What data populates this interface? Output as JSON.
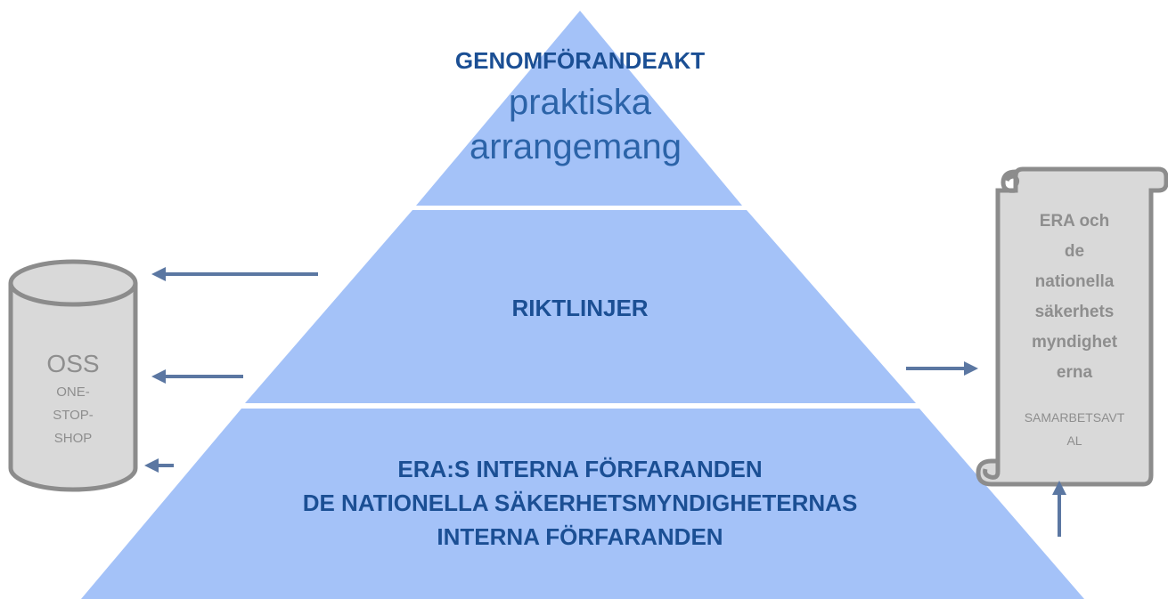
{
  "pyramid": {
    "top": {
      "title": "GENOMFÖRANDEAKT",
      "subtitle_line1": "praktiska",
      "subtitle_line2": "arrangemang"
    },
    "middle": {
      "title": "RIKTLINJER"
    },
    "bottom": {
      "line1": "ERA:S INTERNA FÖRFARANDEN",
      "line2": "DE NATIONELLA SÄKERHETSMYNDIGHETERNAS",
      "line3": "INTERNA FÖRFARANDEN"
    }
  },
  "oss": {
    "title": "OSS",
    "sub1": "ONE-",
    "sub2": "STOP-",
    "sub3": "SHOP"
  },
  "scroll": {
    "line1": "ERA och",
    "line2": "de",
    "line3": "nationella",
    "line4": "säkerhets",
    "line5": "myndighet",
    "line6": "erna",
    "sub1": "SAMARBETSAVT",
    "sub2": "AL"
  },
  "colors": {
    "pyramid_fill": "#a4c2f8",
    "arrow": "#5b77a2",
    "shape_fill": "#d9d9d9",
    "shape_stroke": "#8c8c8c",
    "text_blue": "#1b4f94"
  }
}
